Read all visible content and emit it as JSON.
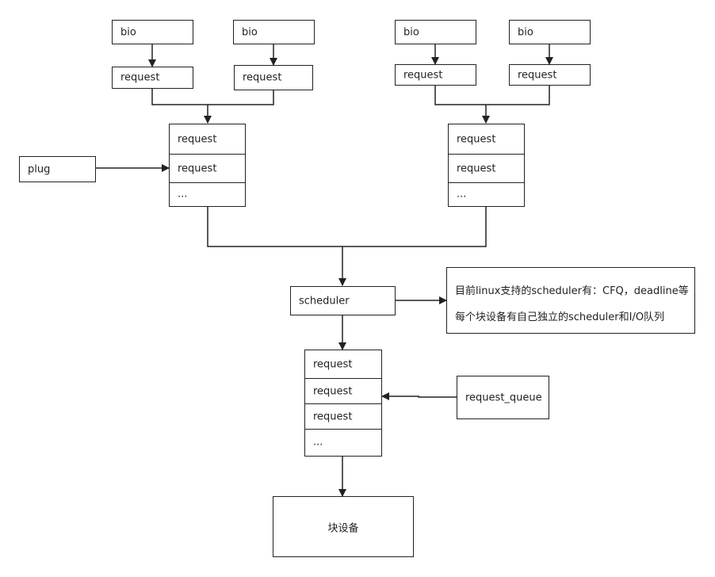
{
  "top_left": {
    "bio_1": "bio",
    "bio_2": "bio",
    "request_1": "request",
    "request_2": "request",
    "queue": [
      "request",
      "request",
      "..."
    ]
  },
  "top_right": {
    "bio_1": "bio",
    "bio_2": "bio",
    "request_1": "request",
    "request_2": "request",
    "queue": [
      "request",
      "request",
      "..."
    ]
  },
  "plug": "plug",
  "scheduler": "scheduler",
  "note": {
    "line1": "目前linux支持的scheduler有：CFQ，deadline等",
    "line2": "每个块设备有自己独立的scheduler和I/O队列"
  },
  "dispatch_queue": [
    "request",
    "request",
    "request",
    "..."
  ],
  "request_queue": "request_queue",
  "block_device": "块设备"
}
